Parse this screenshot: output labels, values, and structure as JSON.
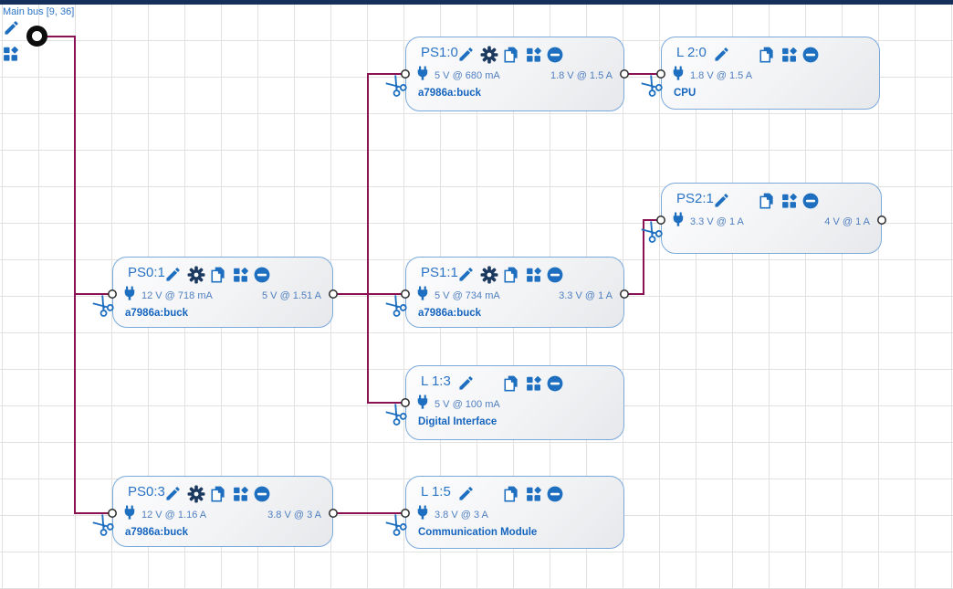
{
  "main_bus": {
    "label": "Main bus [9, 36]"
  },
  "nodes": {
    "ps1_0": {
      "title": "PS1:0",
      "input": "5 V @ 680 mA",
      "output": "1.8 V @ 1.5 A",
      "name": "a7986a:buck"
    },
    "l2_0": {
      "title": "L 2:0",
      "input": "1.8 V @ 1.5 A",
      "name": "CPU"
    },
    "ps2_1": {
      "title": "PS2:1",
      "input": "3.3 V @ 1 A",
      "output": "4 V @ 1 A"
    },
    "ps0_1": {
      "title": "PS0:1",
      "input": "12 V @ 718 mA",
      "output": "5 V @ 1.51 A",
      "name": "a7986a:buck"
    },
    "ps1_1": {
      "title": "PS1:1",
      "input": "5 V @ 734 mA",
      "output": "3.3 V @ 1 A",
      "name": "a7986a:buck"
    },
    "l1_3": {
      "title": "L 1:3",
      "input": "5 V @ 100 mA",
      "name": "Digital Interface"
    },
    "ps0_3": {
      "title": "PS0:3",
      "input": "12 V @ 1.16 A",
      "output": "3.8 V @ 3 A",
      "name": "a7986a:buck"
    },
    "l1_5": {
      "title": "L 1:5",
      "input": "3.8 V @ 3 A",
      "name": "Communication Module"
    }
  },
  "icons": {
    "edit": "pencil",
    "settings": "gear",
    "duplicate": "copy-pages",
    "palette": "apps-grid",
    "remove": "minus-circle",
    "cut": "scissors",
    "input": "power-plug",
    "bus_node": "black-ring"
  },
  "colors": {
    "wire": "#8a1253",
    "node_border": "#7aa9da",
    "icon_blue": "#1e6fc0",
    "gear_navy": "#1c3a60",
    "top_bar": "#15305b",
    "title_blue": "#2b74c5",
    "value_blue": "#4f7fc0",
    "part_blue": "#1565bf",
    "grid_line": "#e1e1e1",
    "bus_black": "#0d0d0d"
  }
}
